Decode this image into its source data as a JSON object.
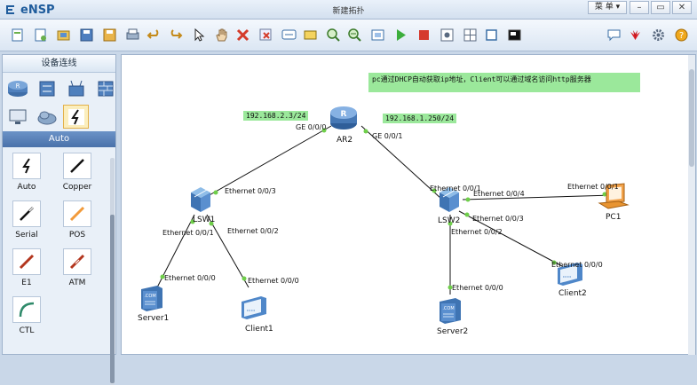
{
  "app": {
    "logo": "eNSP",
    "window_title": "新建拓扑",
    "menu_label": "菜 单"
  },
  "sidebar": {
    "header": "设备连线",
    "category_bar": "Auto",
    "items": [
      {
        "label": "Auto"
      },
      {
        "label": "Copper"
      },
      {
        "label": "Serial"
      },
      {
        "label": "POS"
      },
      {
        "label": "E1"
      },
      {
        "label": "ATM"
      },
      {
        "label": "CTL"
      }
    ]
  },
  "topology": {
    "note": "pc通过DHCP自动获取ip地址，Client可以通过域名访问http服务器",
    "ip_labels": [
      "192.168.2.3/24",
      "192.168.1.250/24"
    ],
    "devices": {
      "ar2": "AR2",
      "lsw1": "LSW1",
      "lsw2": "LSW2",
      "server1": "Server1",
      "client1": "Client1",
      "server2": "Server2",
      "client2": "Client2",
      "pc1": "PC1"
    },
    "ports": {
      "ar2_ge000": "GE 0/0/0",
      "ar2_ge001": "GE 0/0/1",
      "lsw1_e003": "Ethernet 0/0/3",
      "lsw1_e001": "Ethernet 0/0/1",
      "lsw1_e002": "Ethernet 0/0/2",
      "server1_e000": "Ethernet 0/0/0",
      "client1_e000": "Ethernet 0/0/0",
      "lsw2_e001": "Ethernet 0/0/1",
      "lsw2_e004": "Ethernet 0/0/4",
      "lsw2_e003": "Ethernet 0/0/3",
      "lsw2_e002": "Ethernet 0/0/2",
      "pc1_e001": "Ethernet 0/0/1",
      "client2_e000": "Ethernet 0/0/0",
      "server2_e000": "Ethernet 0/0/0"
    }
  },
  "colors": {
    "link": "#111111",
    "port_dot": "#6fcf4a",
    "note_bg": "#9be89b",
    "accent": "#4a72aa"
  }
}
